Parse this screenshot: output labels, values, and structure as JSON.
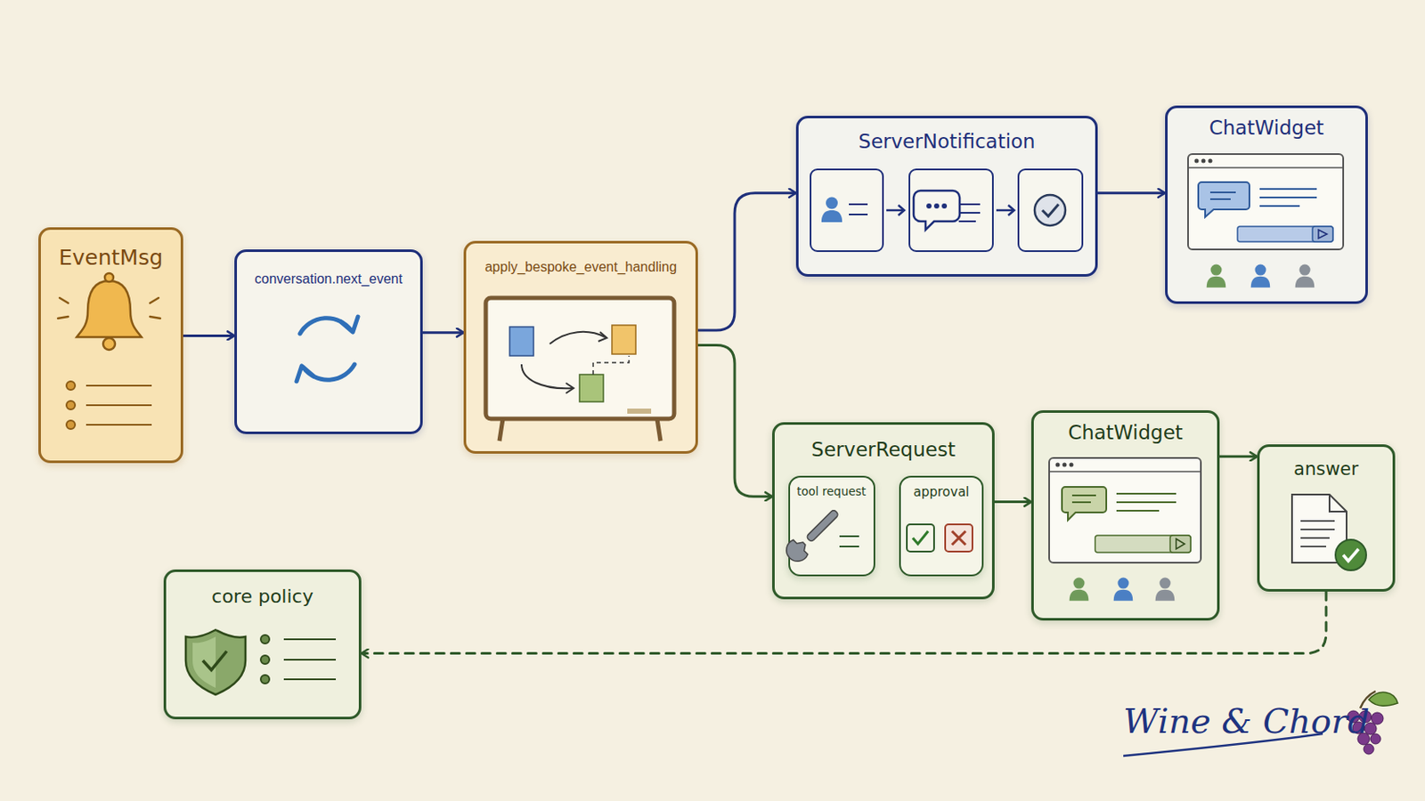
{
  "diagram": {
    "nodes": [
      {
        "text": [
          "EventMsg"
        ]
      },
      {
        "text": [
          "conversation.next_event"
        ]
      },
      {
        "text": [
          "apply_bespoke_event_handling"
        ]
      },
      {
        "text": [
          "ServerNotification"
        ]
      },
      {
        "text": [
          "ChatWidget"
        ]
      },
      {
        "text": [
          "ServerRequest"
        ]
      },
      {
        "text": [
          "tool request"
        ],
        "in": 5
      },
      {
        "text": [
          "approval"
        ],
        "in": 5
      },
      {
        "text": [
          "ChatWidget"
        ]
      },
      {
        "text": [
          "answer"
        ]
      },
      {
        "text": [
          "core policy"
        ]
      }
    ],
    "edges": [
      {
        "from": 0,
        "to": 1,
        "arrow": "to"
      },
      {
        "from": 1,
        "to": 2,
        "arrow": "to"
      },
      {
        "from": 2,
        "to": 3,
        "arrow": "to"
      },
      {
        "from": 3,
        "to": 4,
        "arrow": "to"
      },
      {
        "from": 2,
        "to": 5,
        "arrow": "to"
      },
      {
        "from": 6,
        "to": 7,
        "arrow": "to"
      },
      {
        "from": 5,
        "to": 8,
        "arrow": "to"
      },
      {
        "from": 8,
        "to": 9,
        "arrow": "to"
      },
      {
        "from": 9,
        "to": 10,
        "arrow": "to"
      }
    ],
    "labels": [
      "Wine & Chord"
    ]
  }
}
